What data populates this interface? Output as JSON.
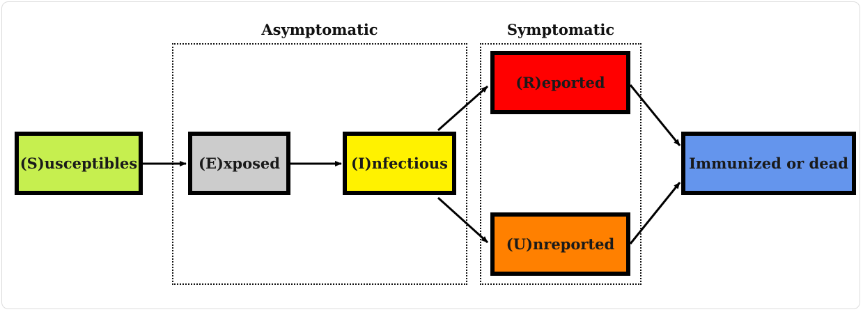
{
  "groups": {
    "asymptomatic": "Asymptomatic",
    "symptomatic": "Symptomatic"
  },
  "nodes": {
    "susceptibles": {
      "label": "(S)usceptibles",
      "color": "#c6ef4f"
    },
    "exposed": {
      "label": "(E)xposed",
      "color": "#cccccc"
    },
    "infectious": {
      "label": "(I)nfectious",
      "color": "#fff200"
    },
    "reported": {
      "label": "(R)eported",
      "color": "#ff0000"
    },
    "unreported": {
      "label": "(U)nreported",
      "color": "#ff8000"
    },
    "immunized": {
      "label": "Immunized or dead",
      "color": "#6495ed"
    }
  },
  "edges": [
    {
      "from": "(S)usceptibles",
      "to": "(E)xposed"
    },
    {
      "from": "(E)xposed",
      "to": "(I)nfectious"
    },
    {
      "from": "(I)nfectious",
      "to": "(R)eported"
    },
    {
      "from": "(I)nfectious",
      "to": "(U)nreported"
    },
    {
      "from": "(R)eported",
      "to": "Immunized or dead"
    },
    {
      "from": "(U)nreported",
      "to": "Immunized or dead"
    }
  ]
}
